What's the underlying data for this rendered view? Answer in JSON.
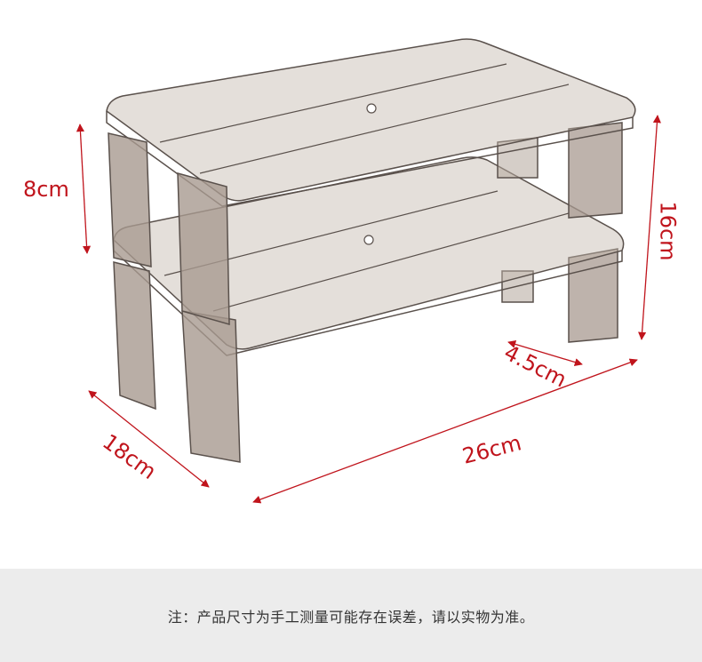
{
  "dimensions": {
    "depth_small": "8cm",
    "height_total": "16cm",
    "leg_width": "4.5cm",
    "depth": "18cm",
    "width": "26cm"
  },
  "note": "注：产品尺寸为手工测量可能存在误差，请以实物为准。",
  "colors": {
    "dimension_line": "#c0141c",
    "acrylic_fill": "#b3a59b",
    "acrylic_edge": "#5a514c",
    "note_background": "#ececec"
  }
}
